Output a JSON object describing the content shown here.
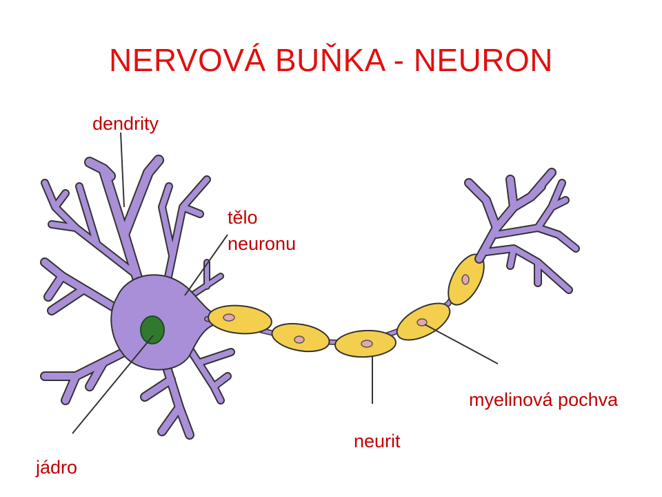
{
  "title": "NERVOVÁ BUŇKA - NEURON",
  "labels": {
    "dendrity": "dendrity",
    "telo_line1": "tělo",
    "telo_line2": "neuronu",
    "jadro": "jádro",
    "neurit": "neurit",
    "myelin": "myelinová pochva"
  },
  "colors": {
    "title": "#e01010",
    "label": "#c00000",
    "neuron_fill": "#a98fd8",
    "myelin_fill": "#f4cf4e",
    "nucleus_fill": "#2f7a2f",
    "schwann_nucleus_fill": "#e6a6ad",
    "outline": "#333333"
  }
}
